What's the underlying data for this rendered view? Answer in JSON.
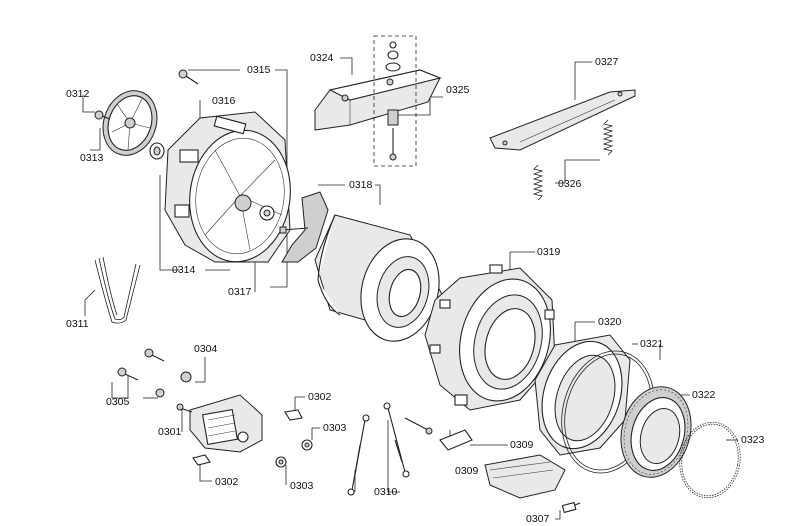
{
  "labels": {
    "l0301": "0301",
    "l0302a": "0302",
    "l0302b": "0302",
    "l0303a": "0303",
    "l0303b": "0303",
    "l0304": "0304",
    "l0305": "0305",
    "l0307": "0307",
    "l0309a": "0309",
    "l0309b": "0309",
    "l0310": "0310",
    "l0311": "0311",
    "l0312": "0312",
    "l0313": "0313",
    "l0314": "0314",
    "l0315": "0315",
    "l0316": "0316",
    "l0317": "0317",
    "l0318": "0318",
    "l0319": "0319",
    "l0320": "0320",
    "l0321": "0321",
    "l0322": "0322",
    "l0323": "0323",
    "l0324": "0324",
    "l0325": "0325",
    "l0326": "0326",
    "l0327": "0327"
  }
}
